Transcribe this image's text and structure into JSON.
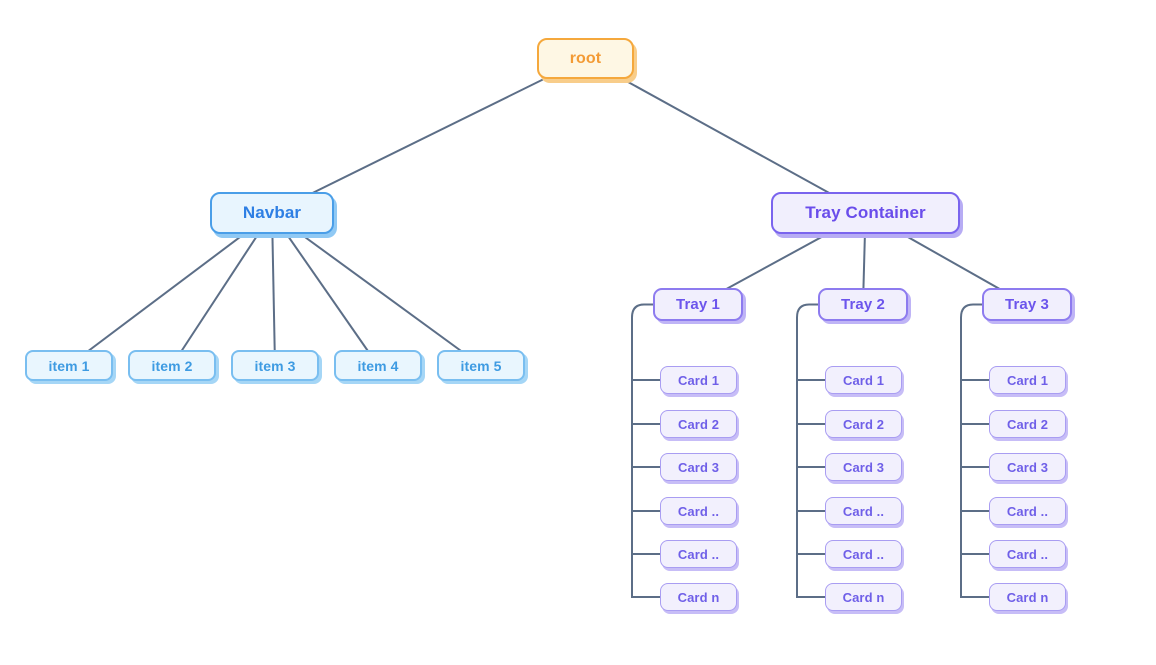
{
  "colors": {
    "edge": "#5c6e87",
    "root": {
      "border": "#f5a83c",
      "bg": "#fef7e4",
      "text": "#f39b35",
      "shadow": "#f8cd8a"
    },
    "navbar": {
      "border": "#4a9ee8",
      "bg": "#e8f5fe",
      "text": "#2e7fe4",
      "shadow": "#90c9f4"
    },
    "item": {
      "border": "#79bef0",
      "bg": "#e9f6fe",
      "text": "#3e9be2",
      "shadow": "#a5d6f6"
    },
    "tray_container": {
      "border": "#7a64ee",
      "bg": "#f1effd",
      "text": "#6a4deb",
      "shadow": "#b7acf4"
    },
    "tray": {
      "border": "#8d7bef",
      "bg": "#f1effd",
      "text": "#6c55ec",
      "shadow": "#bfb4f6"
    },
    "card": {
      "border": "#a99df2",
      "bg": "#f2f0fd",
      "text": "#6f5fe8",
      "shadow": "#c7bdf7"
    }
  },
  "diagram": {
    "root": {
      "label": "root"
    },
    "navbar": {
      "label": "Navbar",
      "items": [
        {
          "label": "item 1"
        },
        {
          "label": "item 2"
        },
        {
          "label": "item 3"
        },
        {
          "label": "item 4"
        },
        {
          "label": "item 5"
        }
      ]
    },
    "tray_container": {
      "label": "Tray Container",
      "trays": [
        {
          "label": "Tray 1",
          "cards": [
            {
              "label": "Card 1"
            },
            {
              "label": "Card 2"
            },
            {
              "label": "Card 3"
            },
            {
              "label": "Card .."
            },
            {
              "label": "Card .."
            },
            {
              "label": "Card n"
            }
          ]
        },
        {
          "label": "Tray 2",
          "cards": [
            {
              "label": "Card 1"
            },
            {
              "label": "Card 2"
            },
            {
              "label": "Card 3"
            },
            {
              "label": "Card .."
            },
            {
              "label": "Card .."
            },
            {
              "label": "Card n"
            }
          ]
        },
        {
          "label": "Tray 3",
          "cards": [
            {
              "label": "Card 1"
            },
            {
              "label": "Card 2"
            },
            {
              "label": "Card 3"
            },
            {
              "label": "Card .."
            },
            {
              "label": "Card .."
            },
            {
              "label": "Card n"
            }
          ]
        }
      ]
    }
  }
}
